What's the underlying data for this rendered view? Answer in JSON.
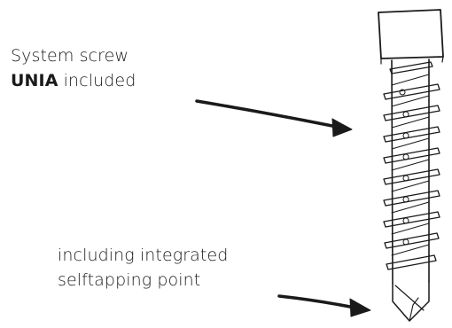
{
  "labels": {
    "screw": {
      "line1": "System screw",
      "name": "UNIA",
      "suffix": " included"
    },
    "tip": {
      "line1": "including integrated",
      "line2": "selftapping point"
    }
  },
  "colors": {
    "ink": "#1a1a1a",
    "background": "#ffffff"
  },
  "icons": [
    "system-screw-illustration",
    "arrow-icon"
  ]
}
